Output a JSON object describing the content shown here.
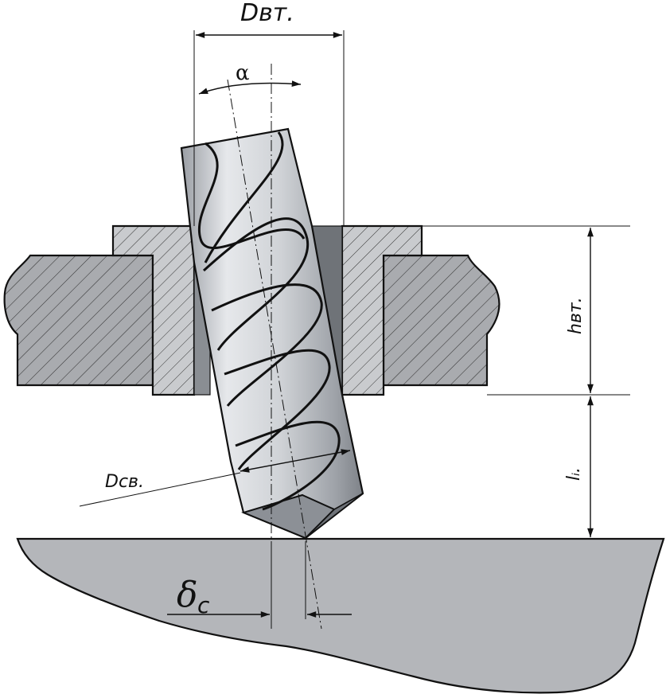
{
  "labels": {
    "d_bush": "Dвт.",
    "alpha": "α",
    "h_bush": "hвт.",
    "l_i": "lᵢ.",
    "d_drill": "Dсв.",
    "delta": "δ",
    "delta_sub": "c"
  },
  "colors": {
    "line": "#111111",
    "workpiece": "#b4b6ba",
    "hatch_fill": "#a9abaf",
    "drill_light": "#e2e4e7",
    "drill_mid": "#c5c8cc",
    "drill_dark": "#7e8288",
    "gap_dark": "#55585d"
  }
}
